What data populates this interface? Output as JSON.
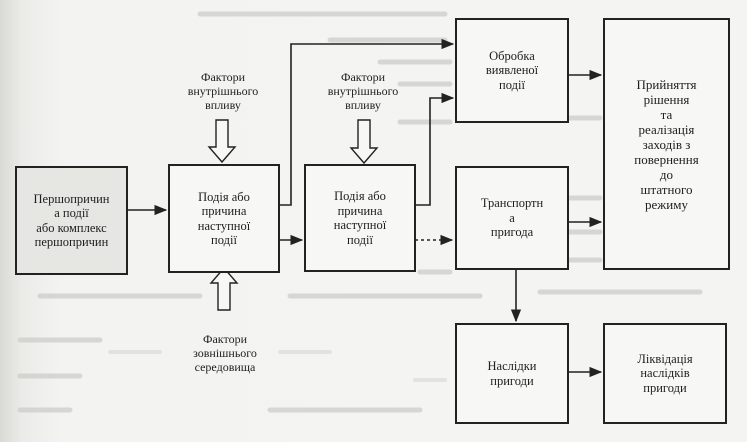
{
  "boxes": {
    "root_cause": "Першопричин\nа події\nабо комплекс\nпершопричин",
    "event1": "Подія або\nпричина\nнаступної\nподії",
    "event2": "Подія або\nпричина\nнаступної\nподії",
    "processing": "Обробка\nвиявленої\nподії",
    "transport": "Транспортн\nа\nпригода",
    "decision": "Прийняття\nрішення\nта\nреалізація\nзаходів з\nповернення\nдо\nштатного\nрежиму",
    "consequences": "Наслідки\nпригоди",
    "liquidation": "Ліквідація\nнаслідків\nпригоди"
  },
  "labels": {
    "internal_factors_1": "Фактори\nвнутрішнього\nвпливу",
    "internal_factors_2": "Фактори\nвнутрішнього\nвпливу",
    "external_factors": "Фактори\nзовнішнього\nсередовища"
  }
}
